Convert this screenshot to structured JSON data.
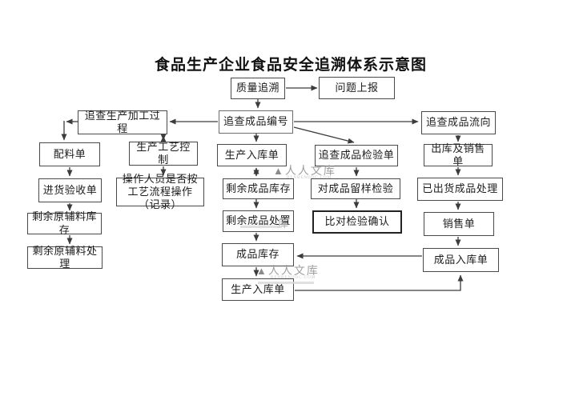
{
  "title": "食品生产企业食品安全追溯体系示意图",
  "nodes": {
    "quality_trace": {
      "label": "质量追溯"
    },
    "problem_report": {
      "label": "问题上报"
    },
    "trace_process": {
      "label": "追查生产加工过程"
    },
    "trace_product_no": {
      "label": "追查成品编号"
    },
    "trace_flow": {
      "label": "追查成品流向"
    },
    "ingredient_list": {
      "label": "配料单"
    },
    "process_control": {
      "label": "生产工艺控制"
    },
    "production_inbound_top": {
      "label": "生产入库单"
    },
    "trace_inspection_slip": {
      "label": "追查成品检验单"
    },
    "outbound_sales_slip": {
      "label": "出库及销售单"
    },
    "purchase_acceptance": {
      "label": "进货验收单"
    },
    "operator_record": {
      "label": "操作人员是否按工艺流程操作（记录）"
    },
    "remaining_finished_stock": {
      "label": "剩余成品库存"
    },
    "sample_inspection": {
      "label": "对成品留样检验"
    },
    "remaining_finished_disposal": {
      "label": "剩余成品处置"
    },
    "comparison_confirm": {
      "label": "比对检验确认"
    },
    "finished_stock": {
      "label": "成品库存"
    },
    "production_inbound_bottom": {
      "label": "生产入库单"
    },
    "shipped_goods_handling": {
      "label": "已出货成品处理"
    },
    "remaining_material_stock": {
      "label": "剩余原辅料库存"
    },
    "remaining_material_disposal": {
      "label": "剩余原辅料处理"
    },
    "sales_slip": {
      "label": "销售单"
    },
    "finished_inbound_slip": {
      "label": "成品入库单"
    }
  },
  "watermark": {
    "logo": "▲",
    "brand": "人人文库",
    "domain": "RENRENDOC.COM",
    "ghost_char": "库"
  }
}
